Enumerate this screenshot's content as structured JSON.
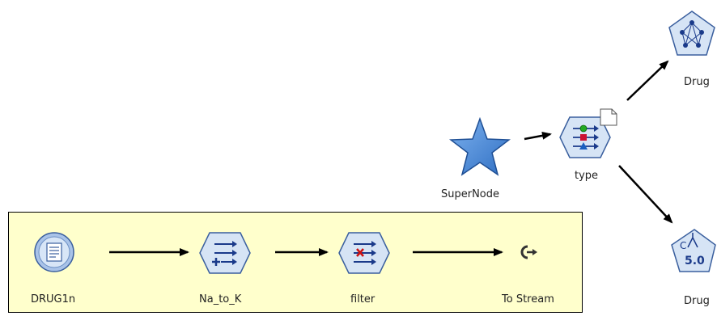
{
  "diagram": {
    "nodes": {
      "drug1n": {
        "label": "DRUG1n"
      },
      "na_to_k": {
        "label": "Na_to_K"
      },
      "filter": {
        "label": "filter"
      },
      "to_stream": {
        "label": "To Stream"
      },
      "supernode": {
        "label": "SuperNode"
      },
      "type": {
        "label": "type"
      },
      "drug_top": {
        "label": "Drug"
      },
      "drug_bottom": {
        "label": "Drug"
      }
    }
  },
  "colors": {
    "panel_background": "#ffffcc",
    "node_fill": "#d6e4f5",
    "node_stroke": "#3a5f9e",
    "star_fill": "#4f8fdc",
    "edge": "#000000"
  }
}
